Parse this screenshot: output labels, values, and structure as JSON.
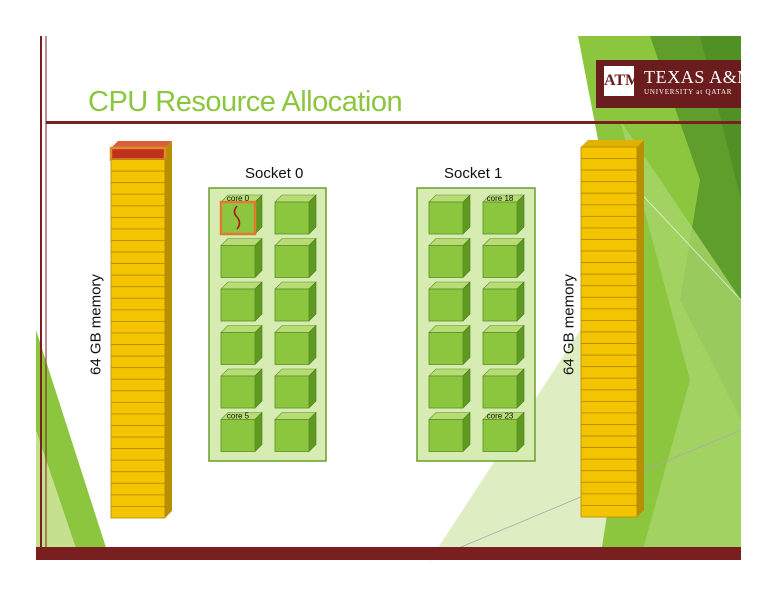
{
  "slide": {
    "title": "CPU Resource Allocation",
    "logo": {
      "mark": "ATM",
      "name": "TEXAS A&M",
      "subtitle": "UNIVERSITY at QATAR"
    }
  },
  "memory": [
    {
      "label": "64 GB memory",
      "highlighted_blocks": 1
    },
    {
      "label": "64 GB memory",
      "highlighted_blocks": 0
    }
  ],
  "sockets": [
    {
      "label": "Socket 0",
      "core_labels": {
        "0": "core 0",
        "10": "core 5"
      },
      "active_core": 0
    },
    {
      "label": "Socket 1",
      "core_labels": {
        "1": "core 18",
        "11": "core 23"
      },
      "active_core": null
    }
  ],
  "colors": {
    "title": "#8cc63f",
    "maroon": "#7a1f1f",
    "core": "#8cc63f",
    "socket_bg": "#d7ecb2",
    "memory": "#f5c400",
    "memory_highlight": "#c0301b"
  }
}
